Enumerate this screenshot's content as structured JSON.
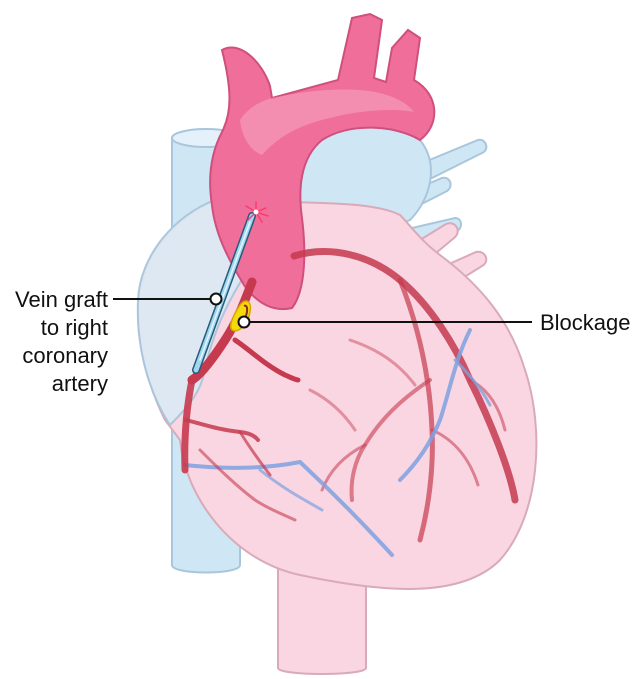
{
  "labels": {
    "vein_graft": [
      "Vein graft",
      "to right",
      "coronary",
      "artery"
    ],
    "blockage": "Blockage"
  },
  "colors": {
    "heart_body": "#f9d6e2",
    "heart_outline": "#d9aab8",
    "aorta": "#f06e9a",
    "aorta_highlight": "#f7a9c3",
    "veins": "#cfe6f5",
    "vein_outline": "#a9c6dc",
    "coronary_artery": "#c63a4f",
    "coronary_vein": "#7fa1e0",
    "graft": "#9fd7f0",
    "plaque": "#f5d90a",
    "leader_line": "#111111"
  }
}
